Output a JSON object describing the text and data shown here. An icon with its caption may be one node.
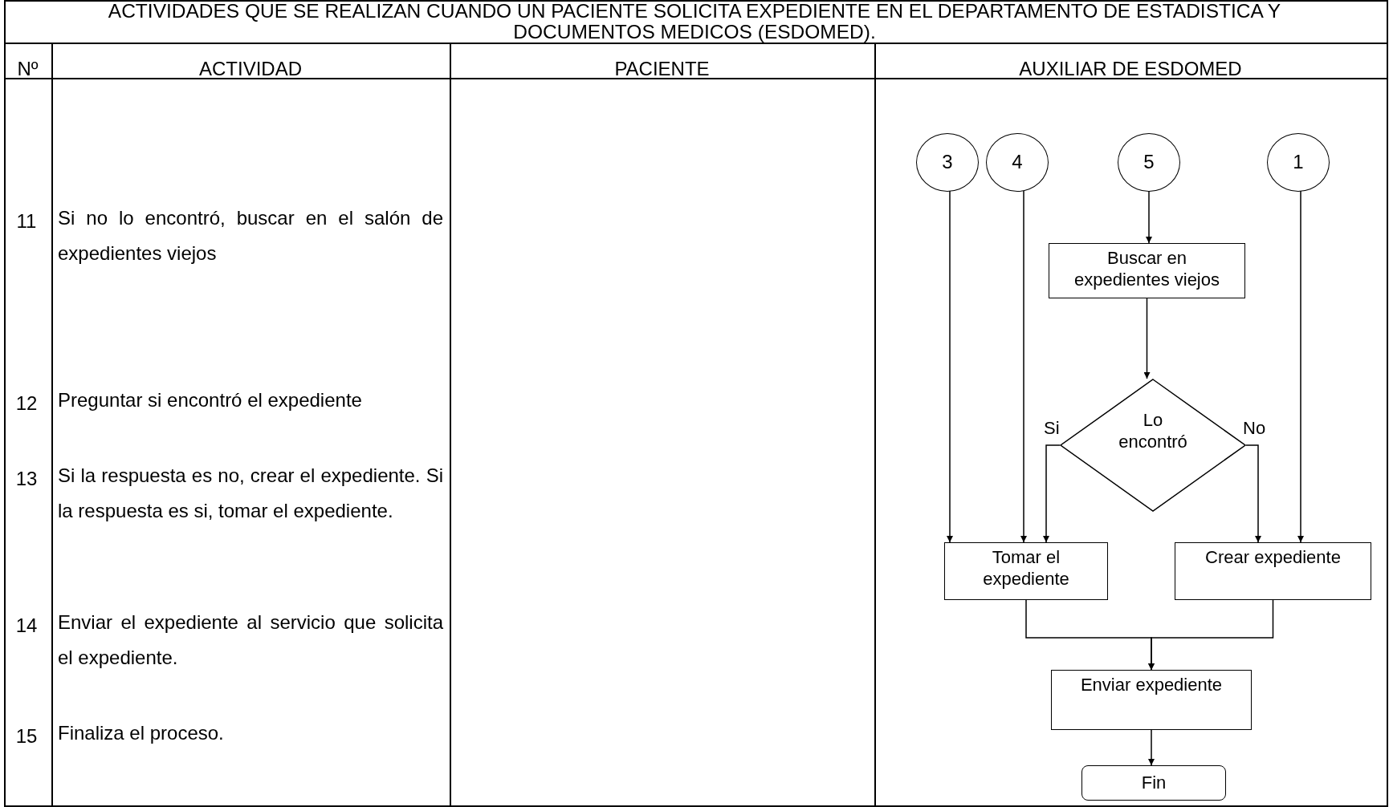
{
  "diagram": {
    "title": "ACTIVIDADES QUE SE REALIZAN CUANDO UN PACIENTE SOLICITA EXPEDIENTE EN EL DEPARTAMENTO DE ESTADISTICA Y DOCUMENTOS MEDICOS (ESDOMED).",
    "nodes": [
      {
        "text": [
          "3"
        ]
      },
      {
        "text": [
          "4"
        ]
      },
      {
        "text": [
          "5"
        ]
      },
      {
        "text": [
          "1"
        ]
      },
      {
        "text": [
          "Buscar en expedientes viejos"
        ]
      },
      {
        "text": [
          "Lo encontró"
        ]
      },
      {
        "text": [
          "Tomar el expediente"
        ]
      },
      {
        "text": [
          "Crear expediente"
        ]
      },
      {
        "text": [
          "Enviar expediente"
        ]
      },
      {
        "text": [
          "Fin"
        ]
      }
    ],
    "edges": [
      {
        "from": 0,
        "to": 6,
        "arrow": "to"
      },
      {
        "from": 1,
        "to": 6,
        "arrow": "to"
      },
      {
        "from": 2,
        "to": 4,
        "arrow": "to"
      },
      {
        "from": 3,
        "to": 7,
        "arrow": "to"
      },
      {
        "from": 4,
        "to": 5,
        "arrow": "to"
      },
      {
        "from": 5,
        "to": 6,
        "label": "Si",
        "arrow": "to"
      },
      {
        "from": 5,
        "to": 7,
        "label": "No",
        "arrow": "to"
      },
      {
        "from": 6,
        "to": 8,
        "arrow": "to"
      },
      {
        "from": 7,
        "to": 8,
        "arrow": "to"
      },
      {
        "from": 8,
        "to": 9,
        "arrow": "to"
      }
    ],
    "labels": [
      "Nº",
      "ACTIVIDAD",
      "PACIENTE",
      "AUXILIAR DE ESDOMED",
      "11",
      "Si no lo encontró, buscar en el salón de expedientes viejos",
      "12",
      "Preguntar si encontró el expediente",
      "13",
      "Si la respuesta es no, crear el expediente. Si la respuesta es si, tomar el expediente.",
      "14",
      "Enviar el expediente al servicio que solicita el expediente.",
      "15",
      "Finaliza el proceso."
    ]
  }
}
